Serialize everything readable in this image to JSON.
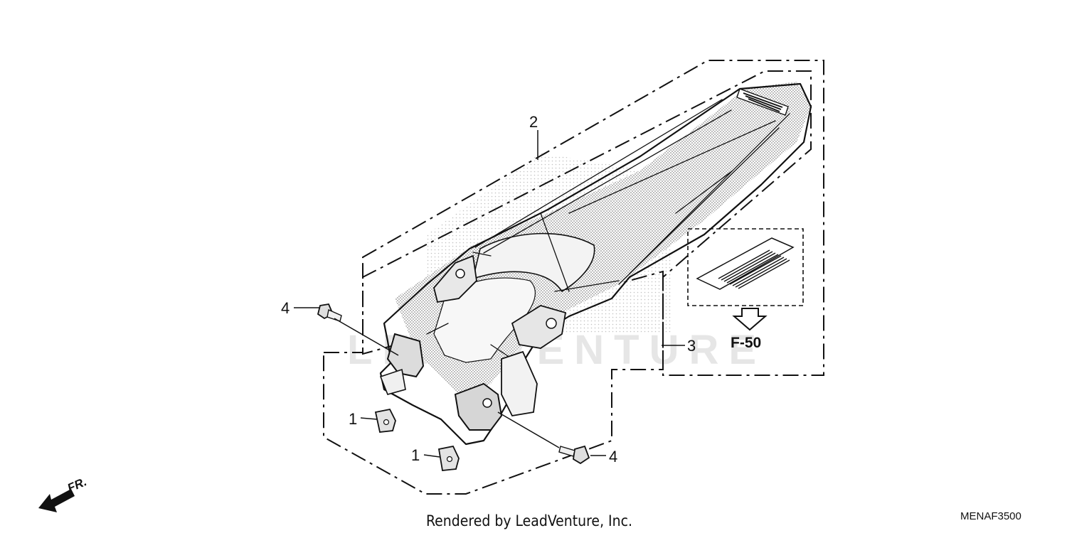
{
  "diagram": {
    "callouts": [
      {
        "id": "callout-1a",
        "text": "1"
      },
      {
        "id": "callout-1b",
        "text": "1"
      },
      {
        "id": "callout-2",
        "text": "2"
      },
      {
        "id": "callout-3",
        "text": "3"
      },
      {
        "id": "callout-4a",
        "text": "4"
      },
      {
        "id": "callout-4b",
        "text": "4"
      }
    ],
    "reference": "F-50",
    "direction": "FR.",
    "watermark": "LEADVENTURE"
  },
  "footer": {
    "credit": "Rendered by LeadVenture, Inc.",
    "diagram_code": "MENAF3500"
  }
}
